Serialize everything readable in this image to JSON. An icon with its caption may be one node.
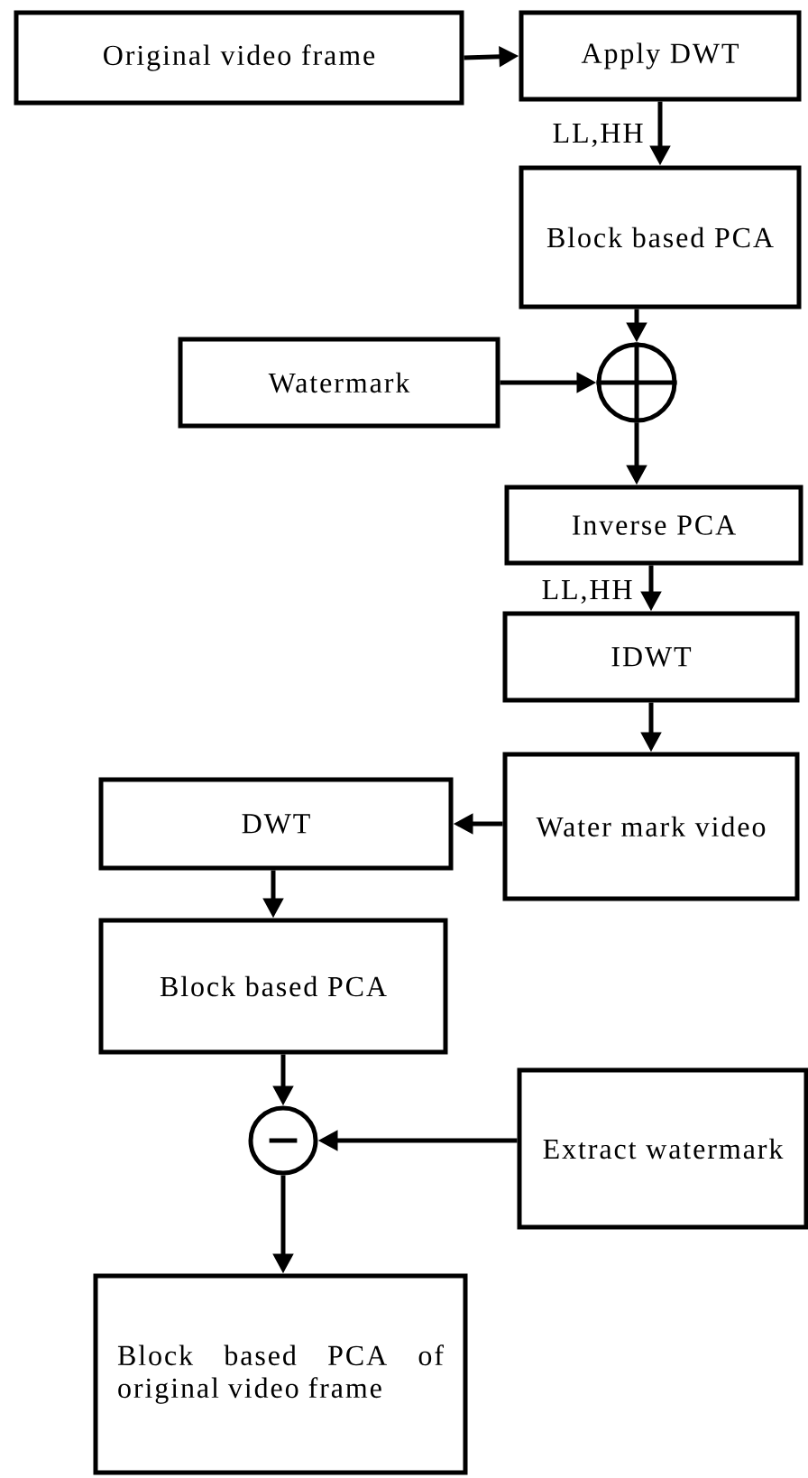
{
  "diagram": {
    "nodes": [
      {
        "text": [
          "Original video frame"
        ]
      },
      {
        "text": [
          "Apply DWT"
        ]
      },
      {
        "text": [
          "Block based PCA"
        ]
      },
      {
        "text": [],
        "shape": "circle"
      },
      {
        "text": [
          "Watermark"
        ]
      },
      {
        "text": [
          "Inverse PCA"
        ]
      },
      {
        "text": [
          "IDWT"
        ]
      },
      {
        "text": [
          "Water mark video"
        ]
      },
      {
        "text": [
          "DWT"
        ]
      },
      {
        "text": [
          "Block based PCA"
        ]
      },
      {
        "text": [],
        "shape": "circle"
      },
      {
        "text": [
          "Extract watermark"
        ]
      },
      {
        "text": [
          "Block based PCA of original video frame"
        ]
      }
    ],
    "edges": [
      {
        "from": 0,
        "to": 1,
        "arrow": "to"
      },
      {
        "from": 1,
        "to": 2,
        "arrow": "to",
        "label": "LL,HH"
      },
      {
        "from": 2,
        "to": 3,
        "arrow": "to"
      },
      {
        "from": 4,
        "to": 3,
        "arrow": "to"
      },
      {
        "from": 3,
        "to": 5,
        "arrow": "to"
      },
      {
        "from": 5,
        "to": 6,
        "arrow": "to",
        "label": "LL,HH"
      },
      {
        "from": 6,
        "to": 7,
        "arrow": "to"
      },
      {
        "from": 7,
        "to": 8,
        "arrow": "to"
      },
      {
        "from": 8,
        "to": 9,
        "arrow": "to"
      },
      {
        "from": 9,
        "to": 10,
        "arrow": "to"
      },
      {
        "from": 11,
        "to": 10,
        "arrow": "to"
      },
      {
        "from": 10,
        "to": 12,
        "arrow": "to"
      }
    ]
  }
}
